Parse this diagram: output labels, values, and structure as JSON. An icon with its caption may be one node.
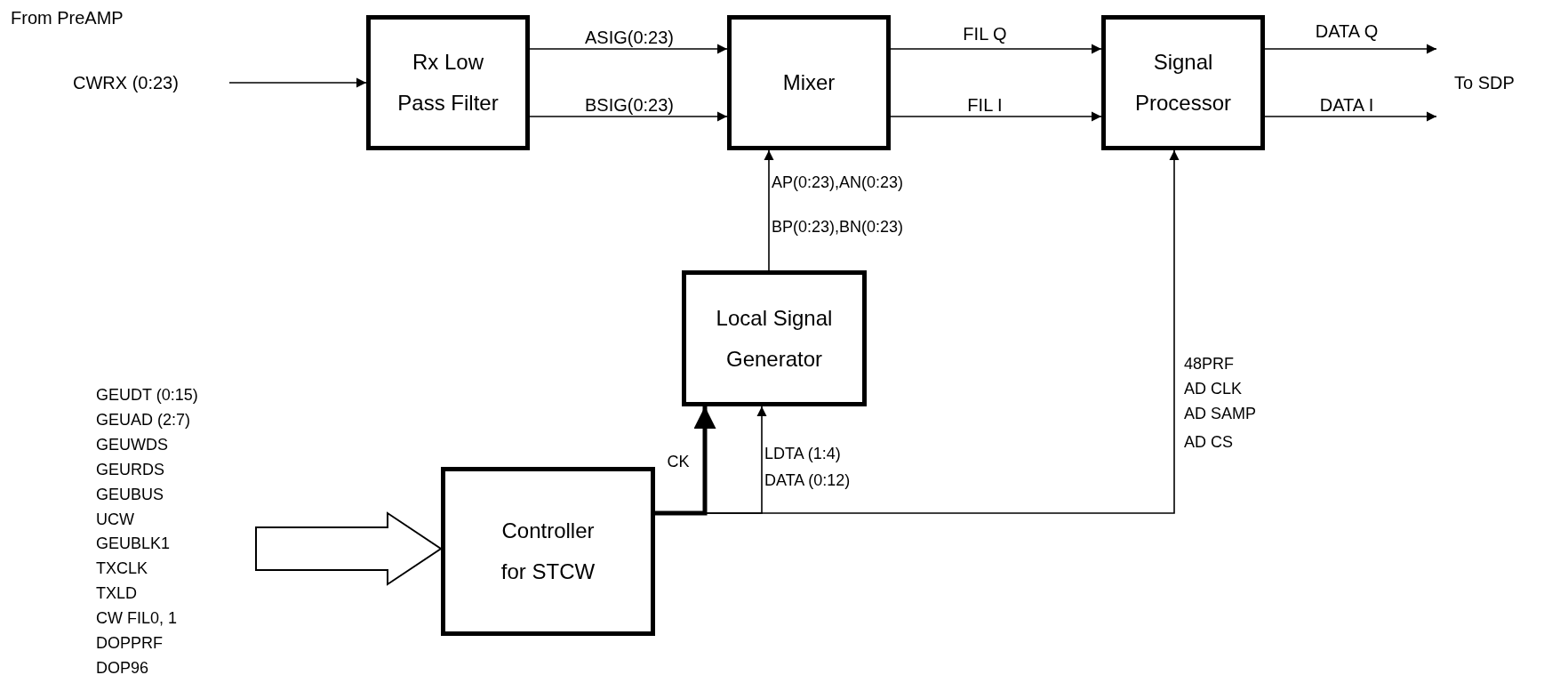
{
  "diagram": {
    "nodes": [
      {
        "text": [
          "CWRX (0:23)"
        ]
      },
      {
        "text": [
          "Rx Low Pass Filter"
        ]
      },
      {
        "text": [
          "Mixer"
        ]
      },
      {
        "text": [
          "Signal Processor"
        ]
      },
      {
        "text": [
          "Local Signal Generator"
        ]
      },
      {
        "text": [
          "Controller for STCW"
        ]
      },
      {
        "text": [
          "To SDP"
        ]
      },
      {
        "text": [
          "GEUDT (0:15)",
          "GEUAD (2:7)",
          "GEUWDS",
          "GEURDS",
          "GEUBUS",
          "UCW",
          "GEUBLK1",
          "TXCLK",
          "TXLD",
          "CW FIL0, 1",
          "DOPPRF",
          "DOP96"
        ]
      }
    ],
    "edges": [
      {
        "from": 0,
        "to": 1,
        "arrow": "to"
      },
      {
        "from": 1,
        "to": 2,
        "arrow": "to",
        "label": "ASIG(0:23)"
      },
      {
        "from": 1,
        "to": 2,
        "arrow": "to",
        "label": "BSIG(0:23)"
      },
      {
        "from": 2,
        "to": 3,
        "arrow": "to",
        "label": "FIL Q"
      },
      {
        "from": 2,
        "to": 3,
        "arrow": "to",
        "label": "FIL I"
      },
      {
        "from": 3,
        "to": 6,
        "arrow": "to",
        "label": "DATA Q"
      },
      {
        "from": 3,
        "to": 6,
        "arrow": "to",
        "label": "DATA I"
      },
      {
        "from": 4,
        "to": 2,
        "arrow": "to"
      },
      {
        "from": 5,
        "to": 4,
        "arrow": "to",
        "label": "CK",
        "style": "thick"
      },
      {
        "from": 5,
        "to": 4,
        "arrow": "to"
      },
      {
        "from": 5,
        "to": 3,
        "arrow": "to"
      },
      {
        "from": 7,
        "to": 5,
        "arrow": "to",
        "style": "thick"
      }
    ],
    "labels": [
      "From PreAMP",
      "AP(0:23),AN(0:23)",
      "BP(0:23),BN(0:23)",
      "LDTA (1:4)",
      "DATA (0:12)",
      "48PRF",
      "AD CLK",
      "AD SAMP",
      "AD CS"
    ]
  }
}
